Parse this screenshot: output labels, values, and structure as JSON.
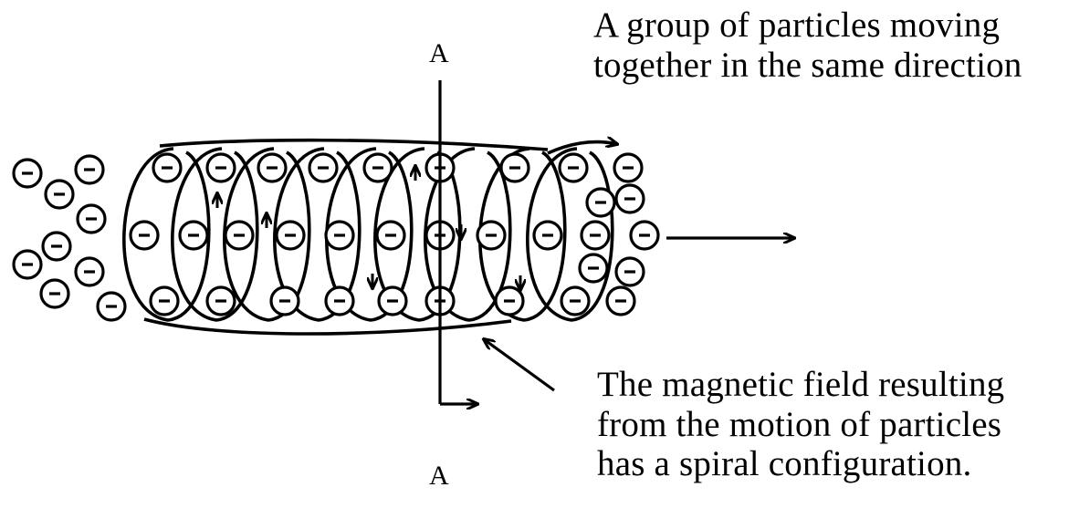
{
  "particle_caption": {
    "line1": "A group of particles moving",
    "line2": "together in the same direction"
  },
  "field_caption": {
    "line1": "The magnetic field resulting",
    "line2": "from the motion of particles",
    "line3": "has a spiral configuration."
  },
  "axis_labels": {
    "top": "A",
    "bottom": "A"
  },
  "particle_symbol": "⊖",
  "colors": {
    "ink": "#000000",
    "background": "#ffffff"
  }
}
